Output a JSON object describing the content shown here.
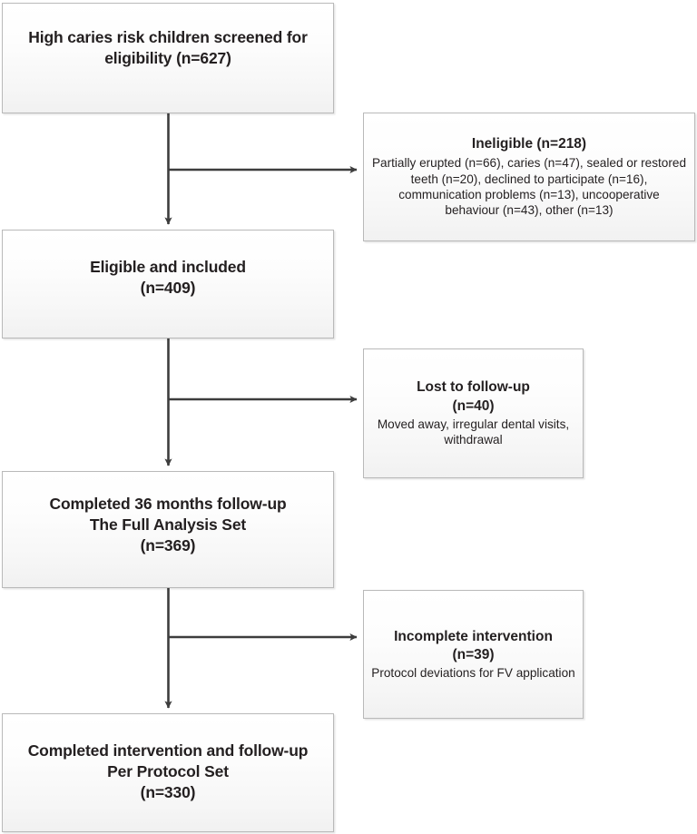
{
  "figure": {
    "type": "flowchart",
    "orientation": "vertical-with-right-branches",
    "line_color": "#3d3d3d",
    "box_border_color": "#b9b9b9",
    "text_color": "#231f20"
  },
  "nodes": {
    "screened": {
      "title": "High caries risk children screened for eligibility (n=627)",
      "n": 627
    },
    "ineligible": {
      "title": "Ineligible (n=218)",
      "detail": "Partially erupted (n=66), caries (n=47), sealed or restored teeth (n=20), declined to participate (n=16), communication problems (n=13), uncooperative behaviour (n=43), other (n=13)",
      "n": 218,
      "reasons": [
        {
          "label": "Partially erupted",
          "n": 66
        },
        {
          "label": "caries",
          "n": 47
        },
        {
          "label": "sealed or restored teeth",
          "n": 20
        },
        {
          "label": "declined to participate",
          "n": 16
        },
        {
          "label": "communication problems",
          "n": 13
        },
        {
          "label": "uncooperative behaviour",
          "n": 43
        },
        {
          "label": "other",
          "n": 13
        }
      ]
    },
    "eligible": {
      "title": "Eligible and included\n(n=409)",
      "n": 409
    },
    "lost": {
      "title": "Lost to follow-up\n(n=40)",
      "detail": "Moved away,  irregular dental visits, withdrawal",
      "n": 40
    },
    "completed36": {
      "title": "Completed 36 months follow-up\nThe Full Analysis Set\n(n=369)",
      "n": 369
    },
    "incomplete": {
      "title": "Incomplete intervention\n(n=39)",
      "detail": "Protocol deviations for FV application",
      "n": 39
    },
    "perprotocol": {
      "title": "Completed intervention and follow-up\nPer Protocol Set\n(n=330)",
      "n": 330
    }
  },
  "connectors": [
    {
      "from": "screened",
      "to": "eligible",
      "kind": "arrow-down"
    },
    {
      "from": "screened",
      "to": "ineligible",
      "kind": "arrow-right"
    },
    {
      "from": "eligible",
      "to": "completed36",
      "kind": "arrow-down"
    },
    {
      "from": "eligible",
      "to": "lost",
      "kind": "arrow-right"
    },
    {
      "from": "completed36",
      "to": "perprotocol",
      "kind": "arrow-down"
    },
    {
      "from": "completed36",
      "to": "incomplete",
      "kind": "arrow-right"
    }
  ]
}
